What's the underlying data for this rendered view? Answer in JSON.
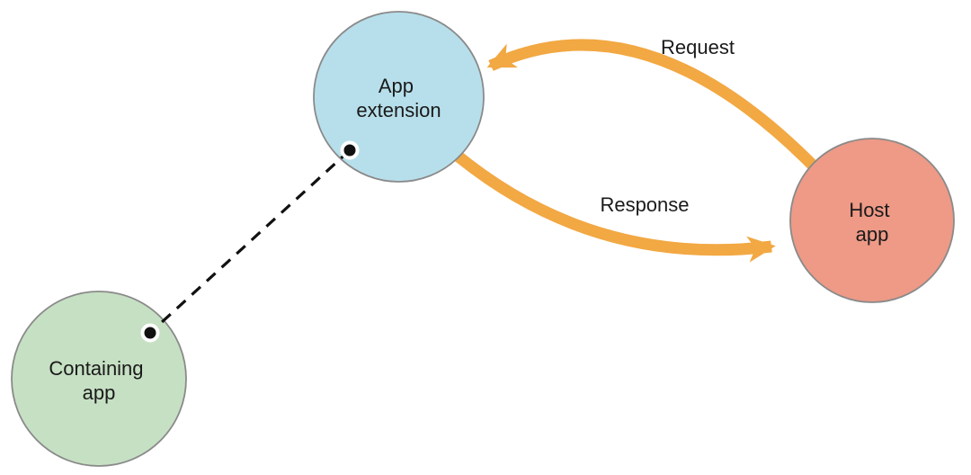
{
  "diagram": {
    "description": "App extension communication diagram",
    "nodes": {
      "app_extension": {
        "label_line1": "App",
        "label_line2": "extension",
        "fill": "#b7dfeb"
      },
      "host_app": {
        "label_line1": "Host",
        "label_line2": "app",
        "fill": "#ee9a86"
      },
      "containing_app": {
        "label_line1": "Containing",
        "label_line2": "app",
        "fill": "#c6e0c3"
      }
    },
    "edges": {
      "request": {
        "label": "Request",
        "from": "host_app",
        "to": "app_extension",
        "style": "curved-solid-arrow"
      },
      "response": {
        "label": "Response",
        "from": "app_extension",
        "to": "host_app",
        "style": "curved-solid-arrow"
      },
      "containment": {
        "from": "app_extension",
        "to": "containing_app",
        "style": "dashed-line-with-endpoint-dots"
      }
    },
    "colors": {
      "background": "#ffffff",
      "arrow": "#f2a843",
      "node_border": "#8a8a8a",
      "dashed_line": "#111111",
      "dot_fill": "#111111",
      "dot_ring": "#ffffff",
      "text": "#1a1a1a"
    }
  }
}
